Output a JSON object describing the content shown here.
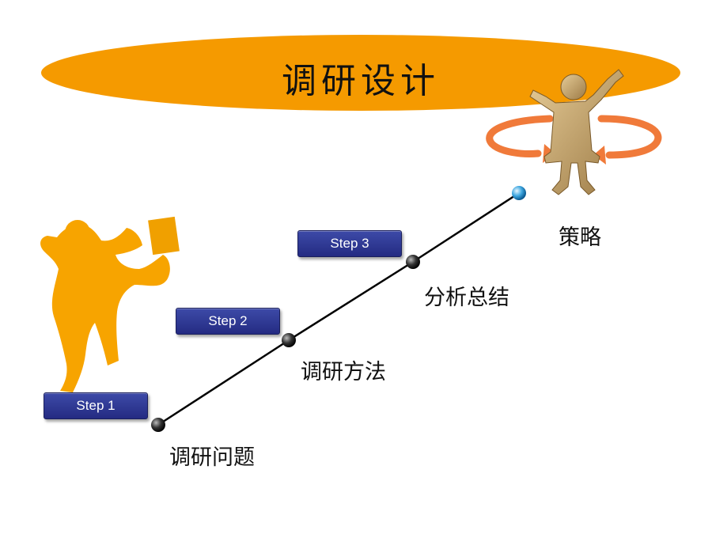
{
  "title": "调研设计",
  "steps": [
    {
      "label": "Step 1"
    },
    {
      "label": "Step 2"
    },
    {
      "label": "Step 3"
    }
  ],
  "stages": [
    {
      "label": "调研问题"
    },
    {
      "label": "调研方法"
    },
    {
      "label": "分析总结"
    },
    {
      "label": "策略"
    }
  ],
  "colors": {
    "banner": "#f59a00",
    "step_button": "#2e3792",
    "silhouette": "#f7a400",
    "figure": "#cfae78",
    "arrows": "#f07a3a",
    "end_node": "#3fa7e0"
  },
  "icons": [
    "kicking-figure-silhouette",
    "cheering-figure-icon",
    "rotation-arrows-icon"
  ]
}
